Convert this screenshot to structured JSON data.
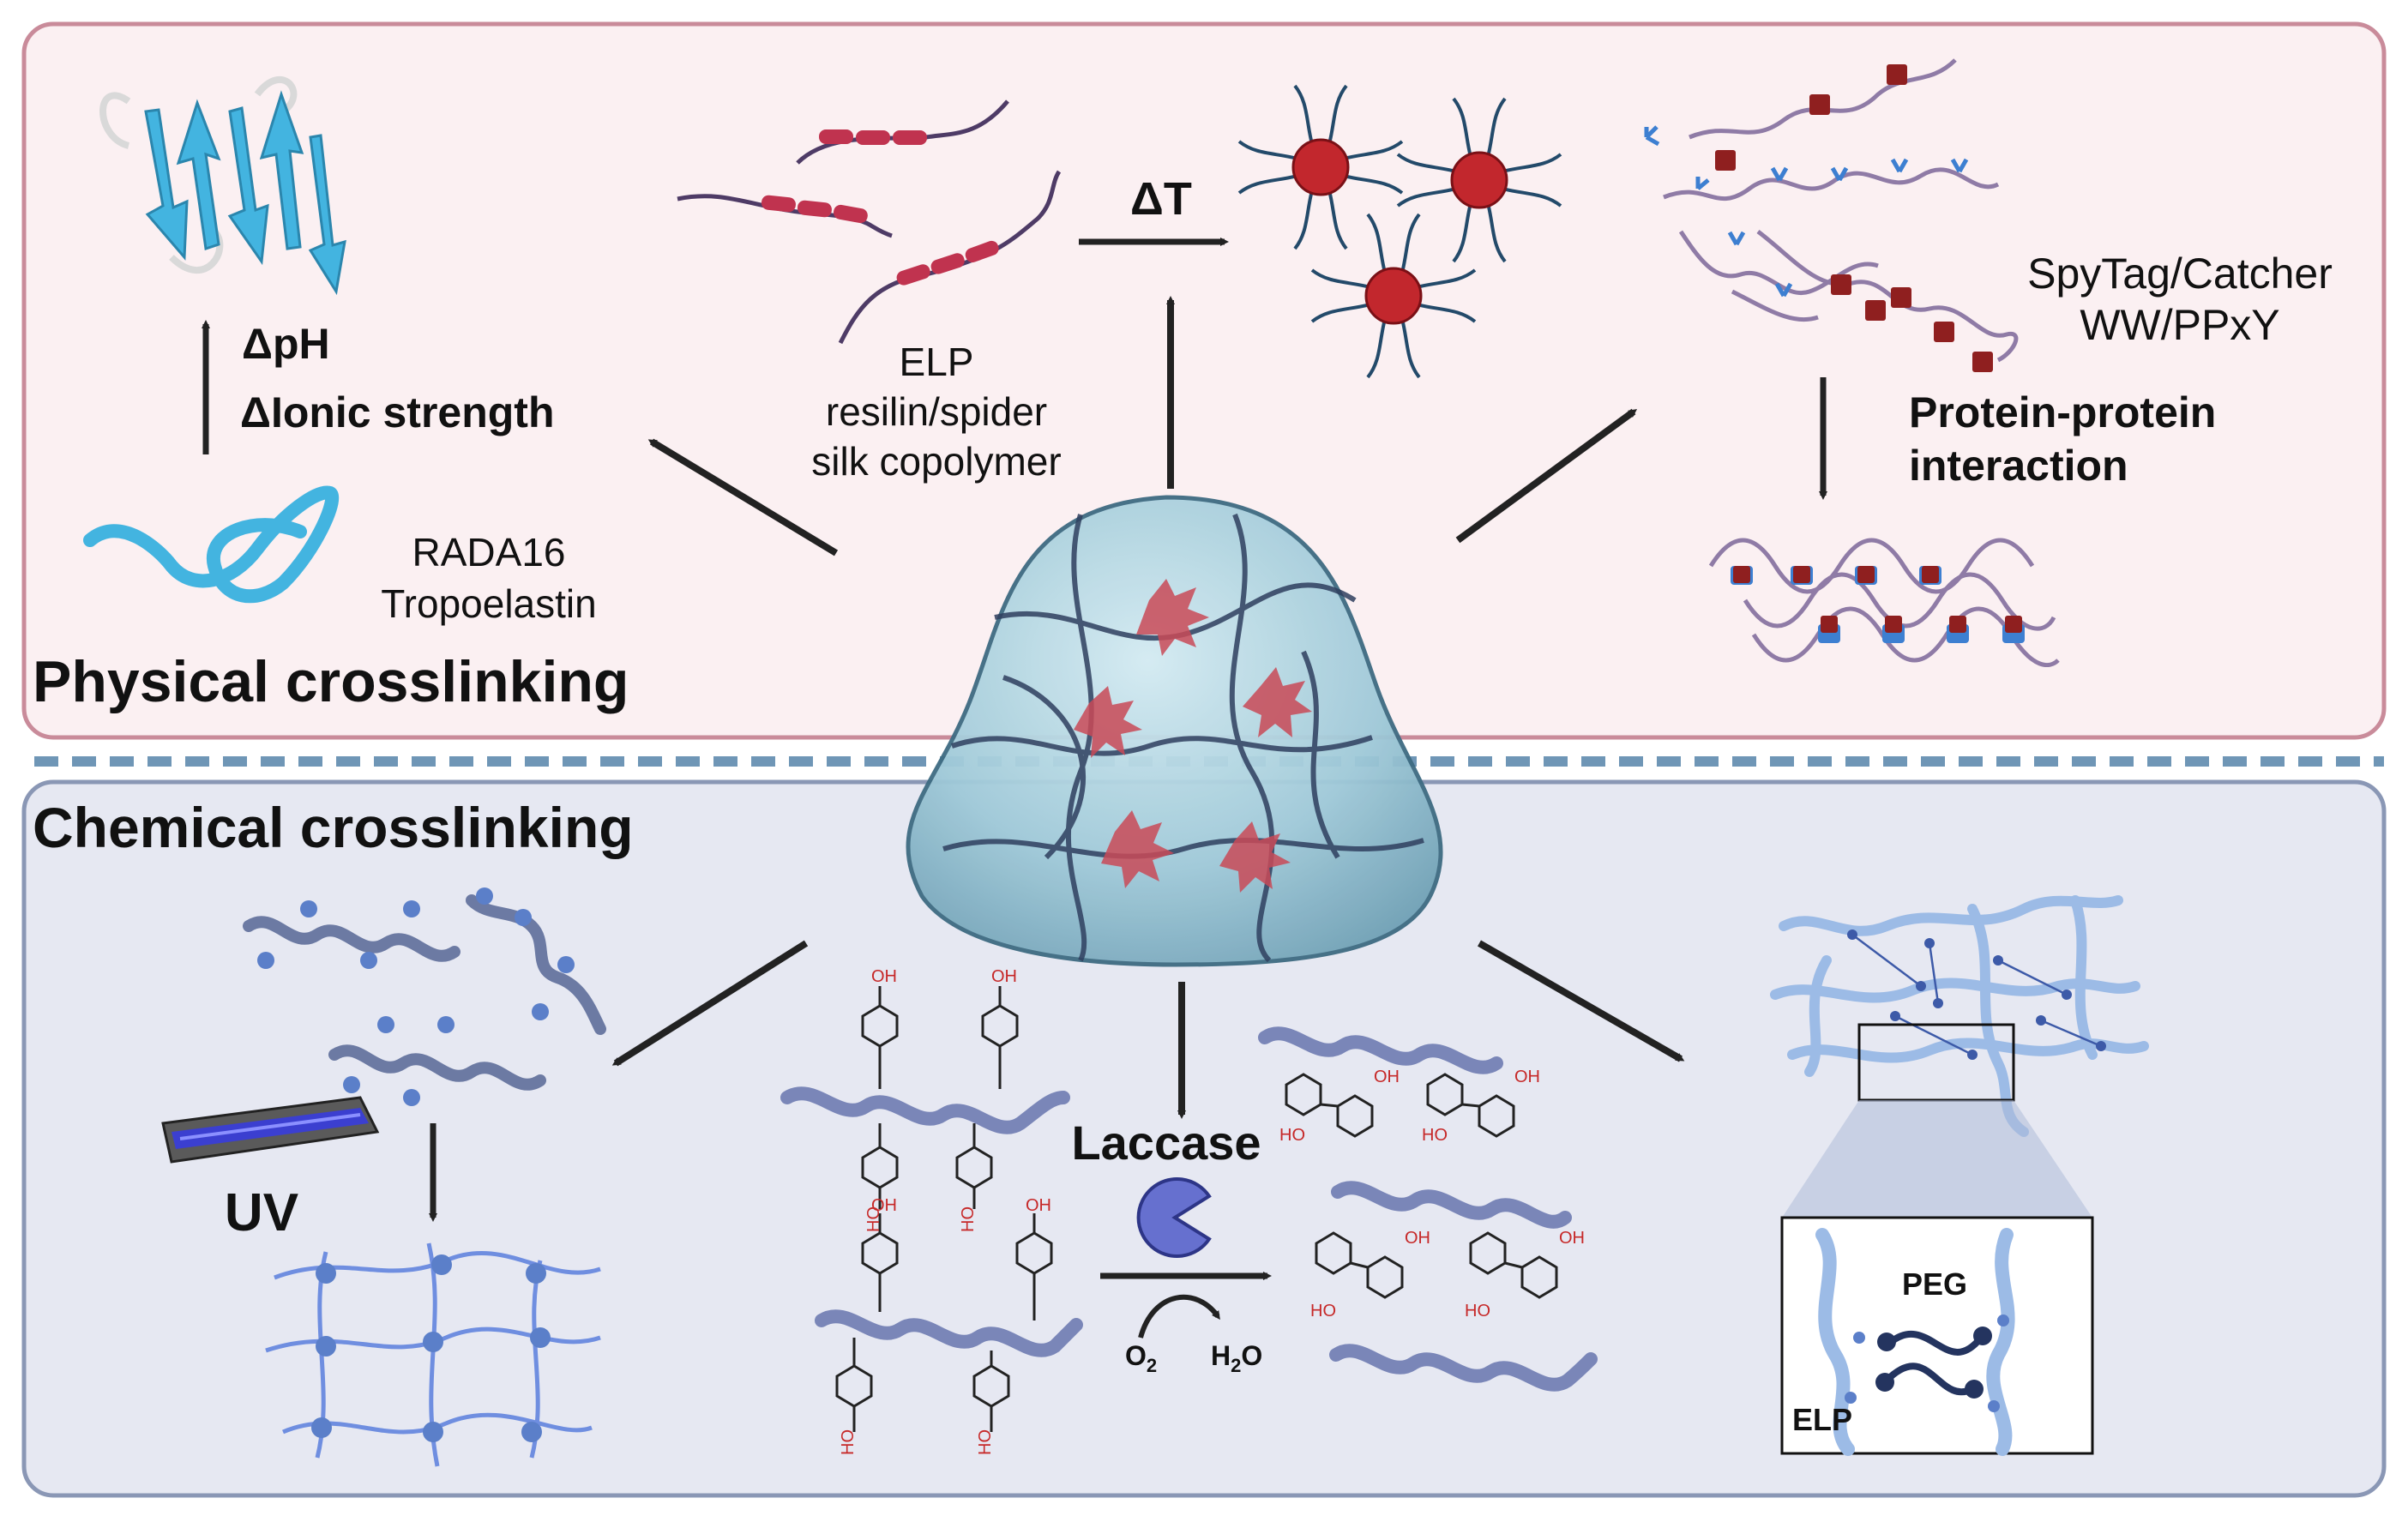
{
  "colors": {
    "physical_bg": "#fbf0f2",
    "physical_border": "#c98b9a",
    "chemical_bg": "#e6e8f2",
    "chemical_border": "#8a97b5",
    "divider": "#6f96b6",
    "beta_strand": "#43b4e0",
    "elp_chain": "#4e3b66",
    "elp_block": "#c0334f",
    "micelle_core": "#c2272d",
    "micelle_arm": "#234a6a",
    "ppi_chain": "#8f7ba6",
    "ppi_catcher": "#3d7fd1",
    "ppi_tag": "#8f1f1f",
    "uv_chain": "#6c7aa3",
    "uv_node": "#5b7fc9",
    "uv_network": "#6f8ee0",
    "tyrosine_backbone": "#7a86b8",
    "laccase_enzyme": "#6670cf",
    "elp_peg_chain": "#9cbbe6",
    "peg_chain": "#24345f",
    "hydrogel": "#9fc9d8",
    "hydrogel_mesh": "#2f3f5f",
    "cell": "#c94a57",
    "arrow": "#222222"
  },
  "icons": {
    "beta_sheet": "beta-sheet-icon",
    "random_coil": "random-coil-icon",
    "elp_polymer": "elp-copolymer-icon",
    "micelle": "micelle-icon",
    "spytag_chain": "spytag-chain-icon",
    "uv_lamp": "uv-lamp-icon",
    "laccase": "laccase-enzyme-icon",
    "hydrogel": "hydrogel-dome-icon",
    "cell": "cell-icon"
  },
  "physical": {
    "title": "Physical crosslinking",
    "stimulus_ph": "ΔpH",
    "stimulus_ionic": "ΔIonic strength",
    "rada_label": "RADA16",
    "tropo_label": "Tropoelastin",
    "elp_label": "ELP",
    "resilin_label": "resilin/spider",
    "copolymer_label": "silk copolymer",
    "temperature_label": "ΔT",
    "spytag_label": "SpyTag/Catcher",
    "ww_label": "WW/PPxY",
    "ppi_label_1": "Protein-protein",
    "ppi_label_2": "interaction"
  },
  "chemical": {
    "title": "Chemical crosslinking",
    "uv_label": "UV",
    "laccase_label": "Laccase",
    "o2_label": "O",
    "o2_subscript": "2",
    "h2o_label_h": "H",
    "h2o_subscript": "2",
    "h2o_label_o": "O",
    "hydroxyl_label": "OH",
    "hydroxyl_label_rev": "HO",
    "peg_label": "PEG",
    "elp_label": "ELP"
  }
}
